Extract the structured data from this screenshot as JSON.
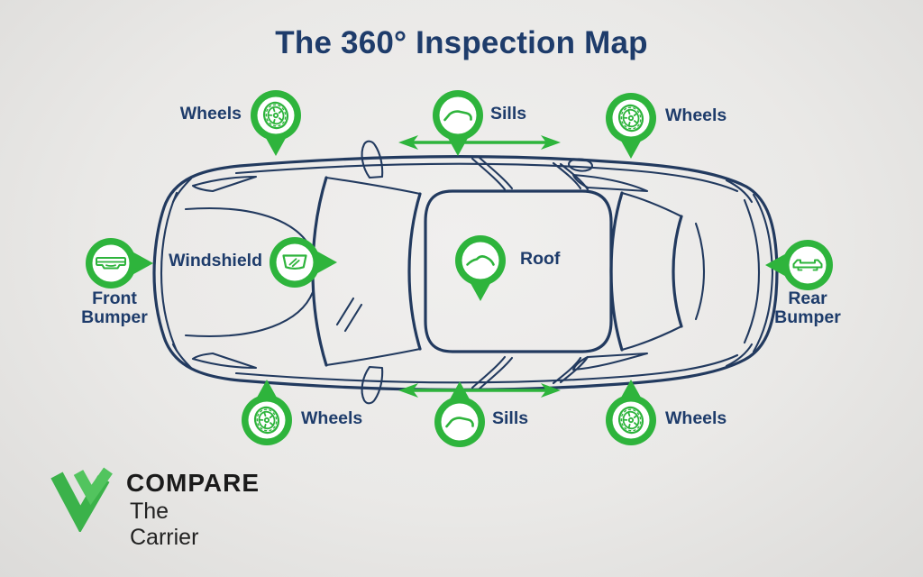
{
  "title": "The 360° Inspection Map",
  "callouts": {
    "wheels_top_left": {
      "label": "Wheels",
      "icon": "tire-icon"
    },
    "sills_top": {
      "label": "Sills",
      "icon": "sill-profile-icon"
    },
    "wheels_top_right": {
      "label": "Wheels",
      "icon": "tire-icon"
    },
    "front_bumper": {
      "label": "Front\nBumper",
      "icon": "front-bumper-icon"
    },
    "windshield": {
      "label": "Windshield",
      "icon": "windshield-icon"
    },
    "roof": {
      "label": "Roof",
      "icon": "roof-profile-icon"
    },
    "rear_bumper": {
      "label": "Rear\nBumper",
      "icon": "rear-bumper-icon"
    },
    "wheels_bottom_left": {
      "label": "Wheels",
      "icon": "tire-icon"
    },
    "sills_bottom": {
      "label": "Sills",
      "icon": "sill-profile-icon"
    },
    "wheels_bottom_right": {
      "label": "Wheels",
      "icon": "tire-icon"
    }
  },
  "logo": {
    "name": "COMPARE",
    "tagline": "The Carrier"
  },
  "colors": {
    "accent_green": "#2eb43c",
    "navy": "#1e3c6b",
    "car_outline": "#223a5f",
    "background": "#eae9e7",
    "logo_green": "#3bb24a",
    "logo_green_light": "#52c45e",
    "logo_text": "#1b1b1b"
  }
}
